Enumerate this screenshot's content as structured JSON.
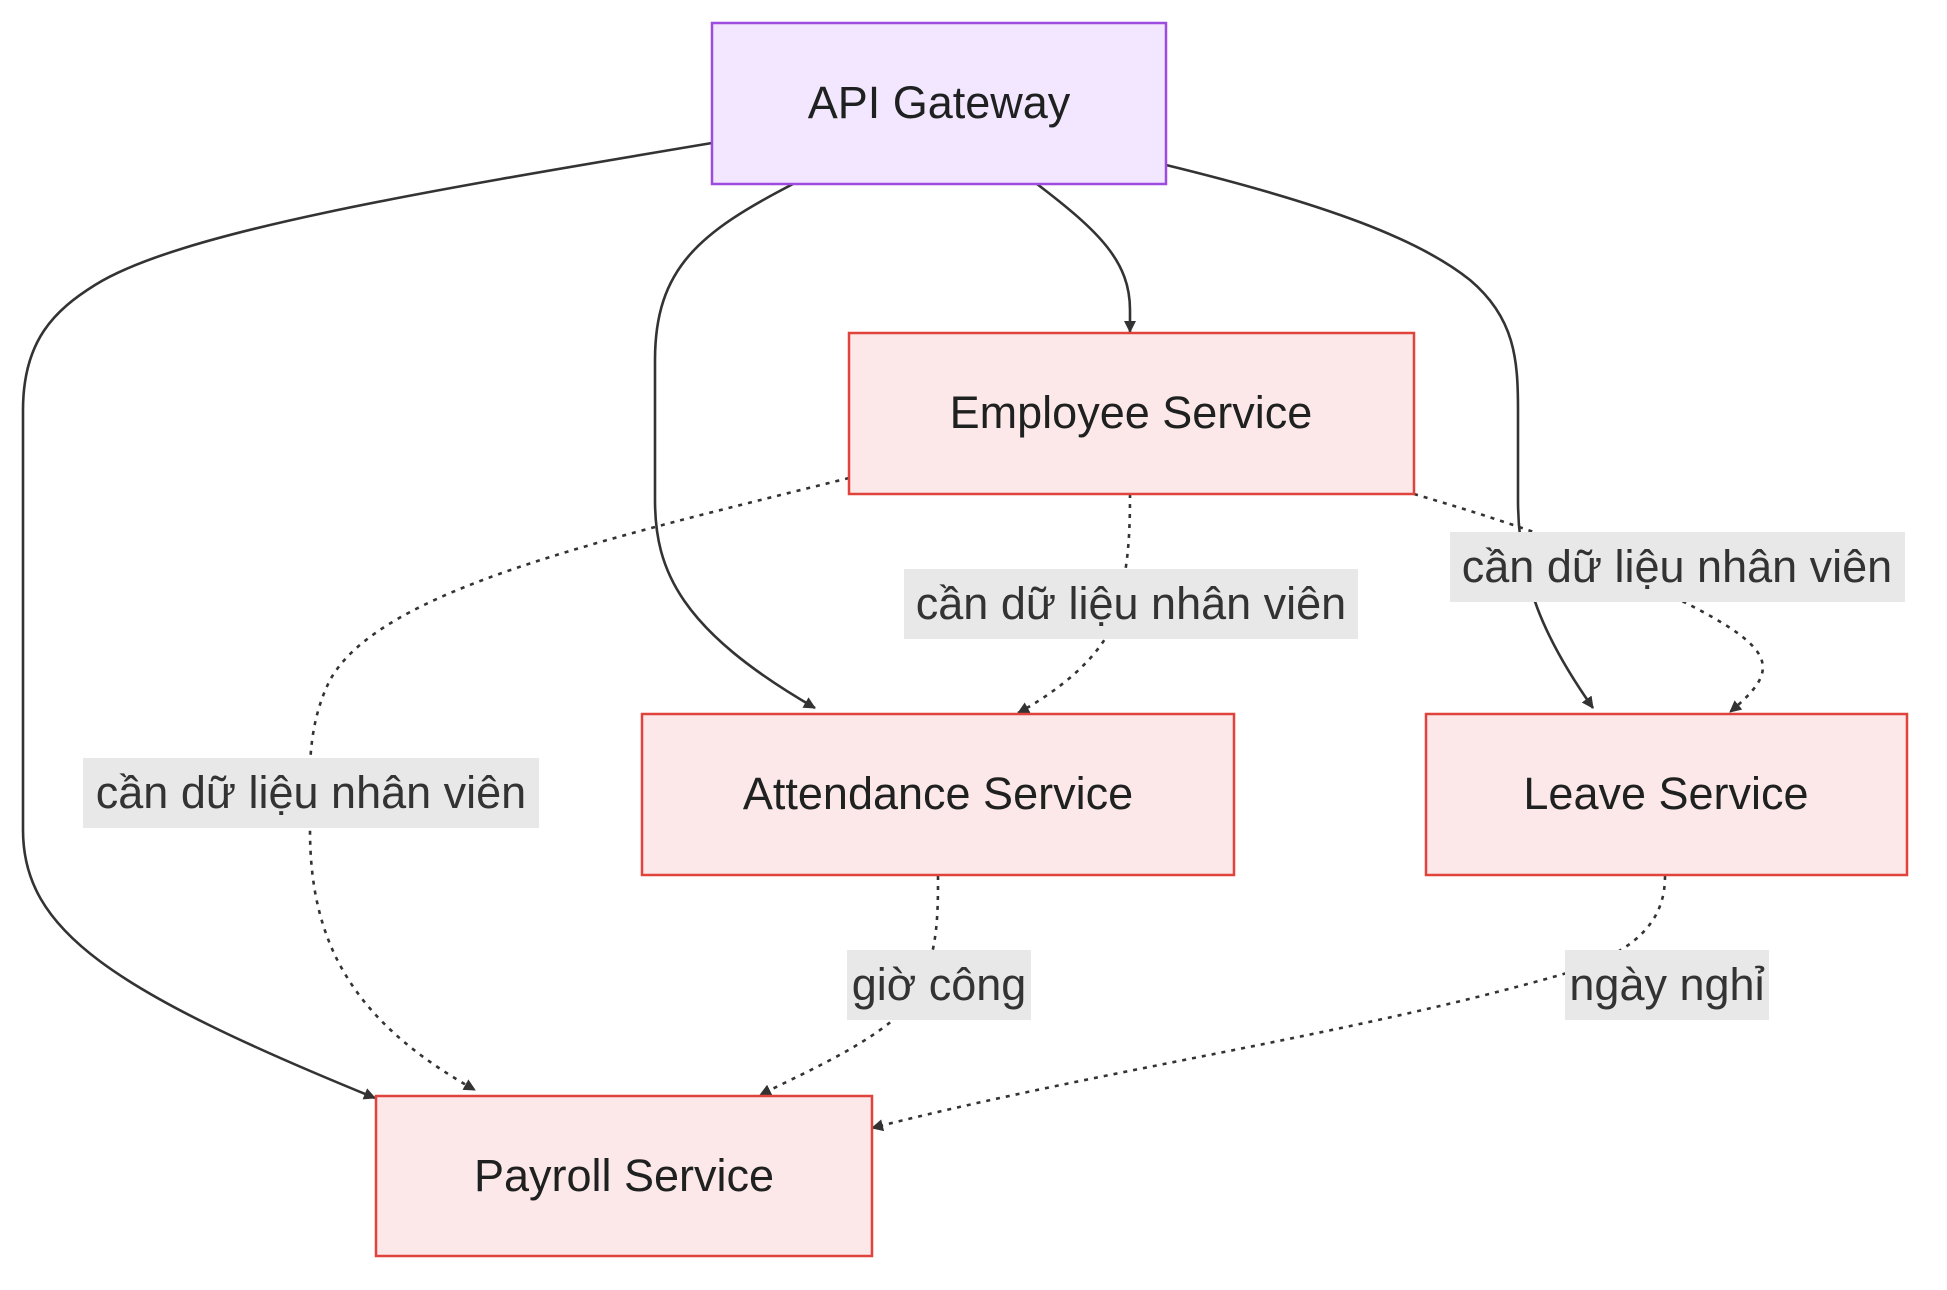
{
  "colors": {
    "gateway_fill": "#f3e6ff",
    "gateway_stroke": "#9e4be0",
    "service_fill": "#fce8e8",
    "service_stroke": "#e0433c",
    "edge": "#333333",
    "edge_label_bg": "#e8e8e8",
    "text": "#1f2020"
  },
  "nodes": {
    "gateway": {
      "label": "API Gateway"
    },
    "employee": {
      "label": "Employee Service"
    },
    "attendance": {
      "label": "Attendance Service"
    },
    "leave": {
      "label": "Leave Service"
    },
    "payroll": {
      "label": "Payroll Service"
    }
  },
  "edges": [
    {
      "id": "gateway-payroll",
      "from": "API Gateway",
      "to": "Payroll Service",
      "style": "solid",
      "label": ""
    },
    {
      "id": "gateway-attendance",
      "from": "API Gateway",
      "to": "Attendance Service",
      "style": "solid",
      "label": ""
    },
    {
      "id": "gateway-employee",
      "from": "API Gateway",
      "to": "Employee Service",
      "style": "solid",
      "label": ""
    },
    {
      "id": "gateway-leave",
      "from": "API Gateway",
      "to": "Leave Service",
      "style": "solid",
      "label": ""
    },
    {
      "id": "employee-payroll",
      "from": "Employee Service",
      "to": "Payroll Service",
      "style": "dashed",
      "label": "cần dữ liệu nhân viên"
    },
    {
      "id": "employee-attendance",
      "from": "Employee Service",
      "to": "Attendance Service",
      "style": "dashed",
      "label": "cần dữ liệu nhân viên"
    },
    {
      "id": "employee-leave",
      "from": "Employee Service",
      "to": "Leave Service",
      "style": "dashed",
      "label": "cần dữ liệu nhân viên"
    },
    {
      "id": "attendance-payroll",
      "from": "Attendance Service",
      "to": "Payroll Service",
      "style": "dashed",
      "label": "giờ công"
    },
    {
      "id": "leave-payroll",
      "from": "Leave Service",
      "to": "Payroll Service",
      "style": "dashed",
      "label": "ngày nghỉ"
    }
  ]
}
